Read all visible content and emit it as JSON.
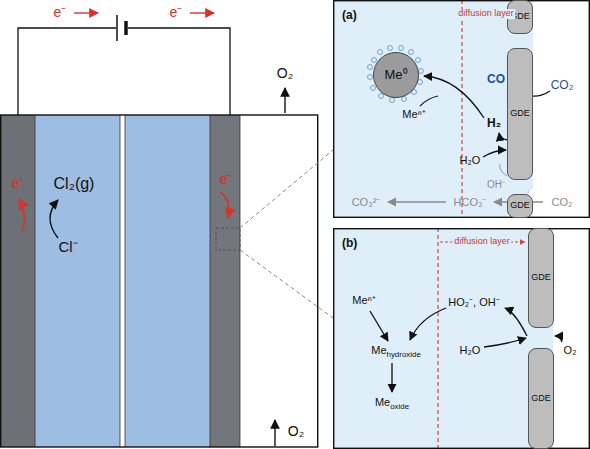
{
  "diagram": {
    "nodes": [
      {
        "text": [
          "(a)"
        ]
      },
      {
        "text": [
          "Me⁰"
        ],
        "in": 0
      },
      {
        "text": [
          "GDE"
        ],
        "in": 0
      },
      {
        "text": [
          "GDE"
        ],
        "in": 0
      },
      {
        "text": [
          "GDE"
        ],
        "in": 0
      },
      {
        "text": [
          "(b)"
        ]
      },
      {
        "text": [
          "GDE"
        ],
        "in": 5
      },
      {
        "text": [
          "GDE"
        ],
        "in": 5
      }
    ],
    "labels": [
      "e⁻",
      "e⁻",
      "e⁻",
      "Cl₂(g)",
      "Cl⁻",
      "e⁻",
      "O₂",
      "O₂",
      "diffusion layer",
      "CO",
      "CO₂",
      "H₂",
      "Meⁿ⁺",
      "H₂O",
      "OH⁻",
      "CO₃²⁻",
      "HCO₃⁻",
      "CO₂",
      "diffusion layer",
      "Meⁿ⁺",
      "HO₂⁻, OH⁻",
      "H₂O",
      "O₂",
      "Mehydroxide",
      "Meoxide"
    ]
  }
}
